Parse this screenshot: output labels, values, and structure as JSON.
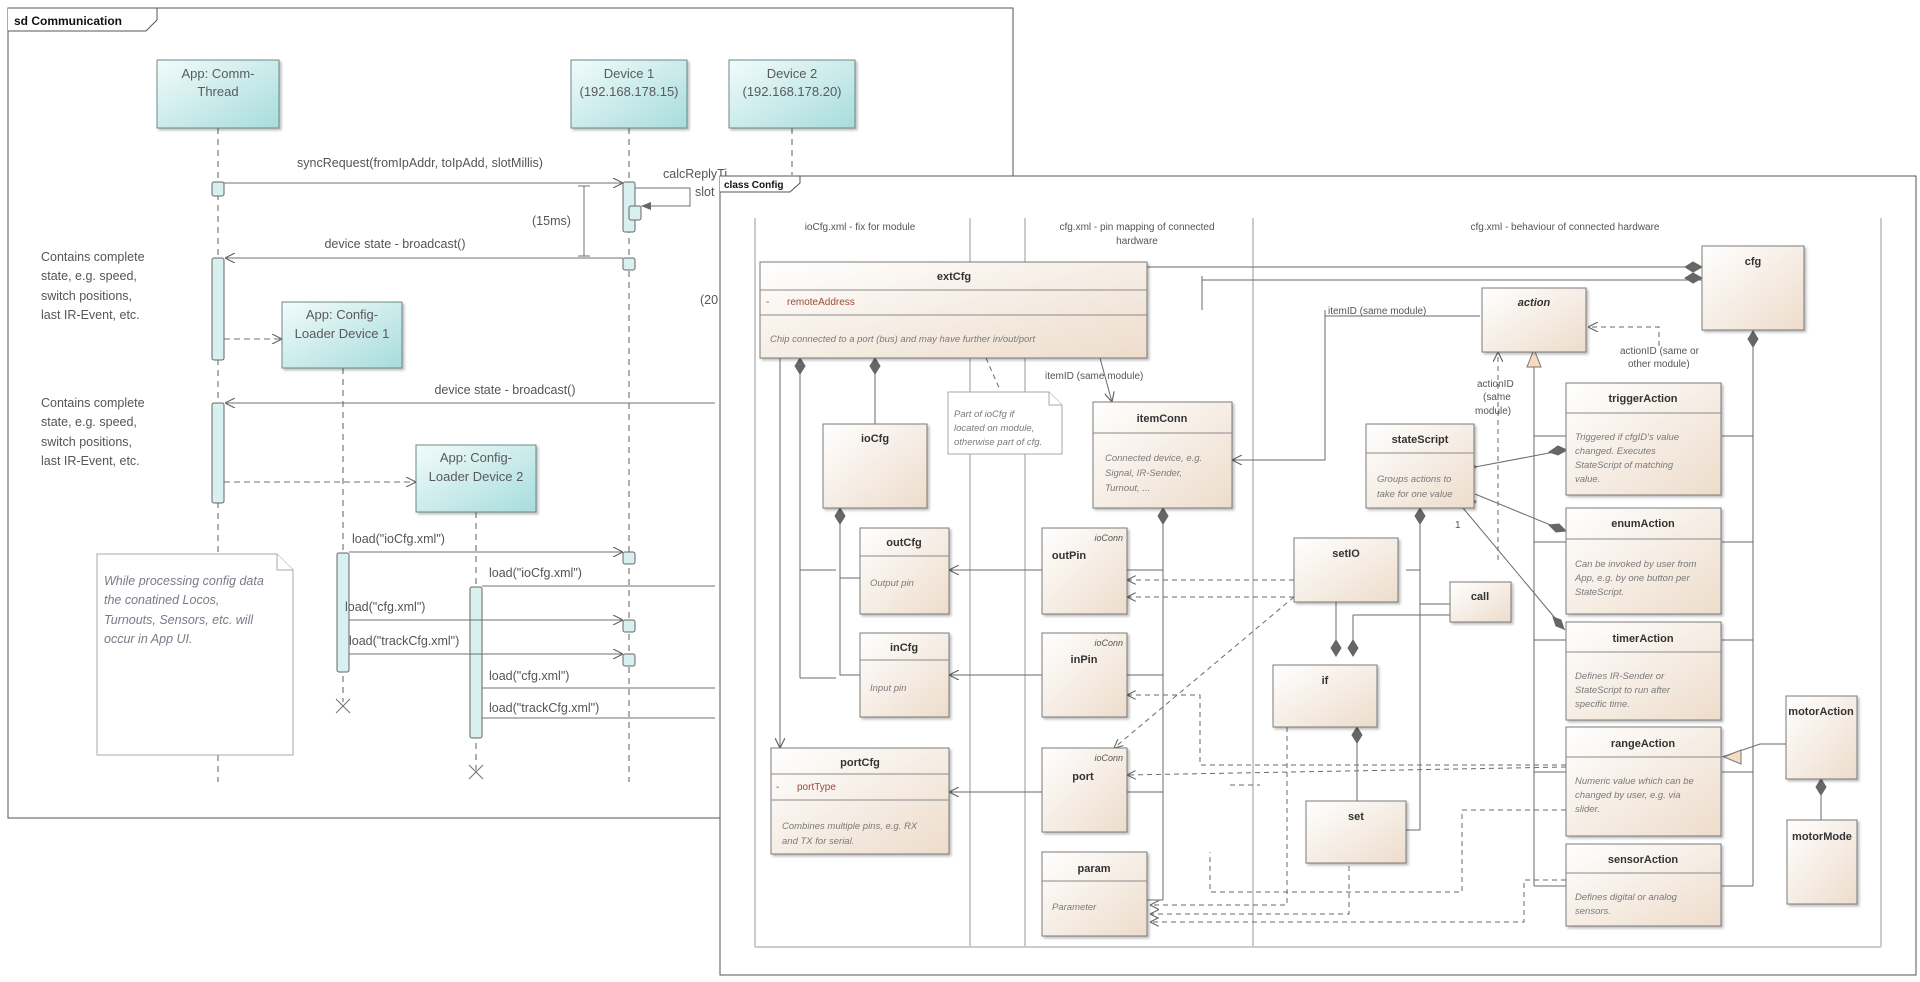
{
  "seq": {
    "frame_title": "sd Communication",
    "participants": [
      {
        "id": "app",
        "line1": "App: Comm-",
        "line2": "Thread"
      },
      {
        "id": "dev1",
        "line1": "Device 1",
        "line2": "(192.168.178.15)"
      },
      {
        "id": "dev2",
        "line1": "Device 2",
        "line2": "(192.168.178.20)"
      },
      {
        "id": "cl1",
        "line1": "App: Config-",
        "line2": "Loader Device 1"
      },
      {
        "id": "cl2",
        "line1": "App: Config-",
        "line2": "Loader Device 2"
      }
    ],
    "messages": [
      "syncRequest(fromIpAddr, toIpAdd, slotMillis)",
      "calcReplyTi",
      "slot",
      "(15ms)",
      "device state - broadcast()",
      "device state - broadcast()",
      "(20",
      "load(\"ioCfg.xml\")",
      "load(\"ioCfg.xml\")",
      "load(\"cfg.xml\")",
      "load(\"trackCfg.xml\")",
      "load(\"cfg.xml\")",
      "load(\"trackCfg.xml\")"
    ],
    "side_notes": [
      [
        "Contains complete",
        "state, e.g. speed,",
        "switch positions,",
        "last IR-Event, etc."
      ],
      [
        "Contains complete",
        "state, e.g. speed,",
        "switch positions,",
        "last IR-Event, etc."
      ]
    ],
    "note": [
      "While processing config data",
      "the conatined Locos,",
      "Turnouts, Sensors, etc. will",
      "occur in App UI."
    ]
  },
  "cls": {
    "frame_title": "class Config",
    "swimlanes": [
      [
        "ioCfg.xml - fix for module"
      ],
      [
        "cfg.xml - pin mapping of connected",
        "hardware"
      ],
      [
        "cfg.xml - behaviour of connected hardware"
      ]
    ],
    "classes": {
      "extCfg": {
        "name": "extCfg",
        "attr": "remoteAddress",
        "vis": "-",
        "note": [
          "Chip connected to a port (bus) and may have further in/out/port"
        ]
      },
      "ioCfg": {
        "name": "ioCfg"
      },
      "outCfg": {
        "name": "outCfg",
        "note": [
          "Output pin"
        ]
      },
      "inCfg": {
        "name": "inCfg",
        "note": [
          "Input pin"
        ]
      },
      "portCfg": {
        "name": "portCfg",
        "attr": "portType",
        "vis": "-",
        "note": [
          "Combines multiple pins, e.g. RX",
          "and TX for serial."
        ]
      },
      "itemConn": {
        "name": "itemConn",
        "note": [
          "Connected device, e.g.",
          "Signal, IR-Sender,",
          "Turnout, ..."
        ]
      },
      "outPin": {
        "name": "outPin",
        "stereo": "ioConn"
      },
      "inPin": {
        "name": "inPin",
        "stereo": "ioConn"
      },
      "port": {
        "name": "port",
        "stereo": "ioConn"
      },
      "param": {
        "name": "param",
        "note": [
          "Parameter"
        ]
      },
      "cfg": {
        "name": "cfg"
      },
      "action": {
        "name": "action"
      },
      "stateScript": {
        "name": "stateScript",
        "note": [
          "Groups actions to",
          "take for one value"
        ]
      },
      "setIO": {
        "name": "setIO"
      },
      "call": {
        "name": "call"
      },
      "if": {
        "name": "if"
      },
      "set": {
        "name": "set"
      },
      "triggerAction": {
        "name": "triggerAction",
        "note": [
          "Triggered if cfgID's value",
          "changed. Executes",
          "StateScript of matching",
          "value."
        ]
      },
      "enumAction": {
        "name": "enumAction",
        "note": [
          "Can be invoked by user from",
          "App, e.g. by one button per",
          "StateScript."
        ]
      },
      "timerAction": {
        "name": "timerAction",
        "note": [
          "Defines IR-Sender or",
          "StateScript to run after",
          "specific time."
        ]
      },
      "rangeAction": {
        "name": "rangeAction",
        "note": [
          "Numeric value which can be",
          "changed by user, e.g. via",
          "slider."
        ]
      },
      "sensorAction": {
        "name": "sensorAction",
        "note": [
          "Defines digital or analog",
          "sensors."
        ]
      },
      "motorAction": {
        "name": "motorAction"
      },
      "motorMode": {
        "name": "motorMode"
      }
    },
    "port_note": [
      "Part of ioCfg if",
      "located on module,",
      "otherwise part of cfg."
    ],
    "labels": {
      "itemID1": [
        "itemID (same module)"
      ],
      "itemID2": [
        "itemID (same module)"
      ],
      "actionID1": [
        "actionID",
        "(same",
        "module)"
      ],
      "actionID2": [
        "actionID (same or",
        "other module)"
      ],
      "mult1": "*",
      "mult2": "*",
      "mult3": "1"
    }
  }
}
